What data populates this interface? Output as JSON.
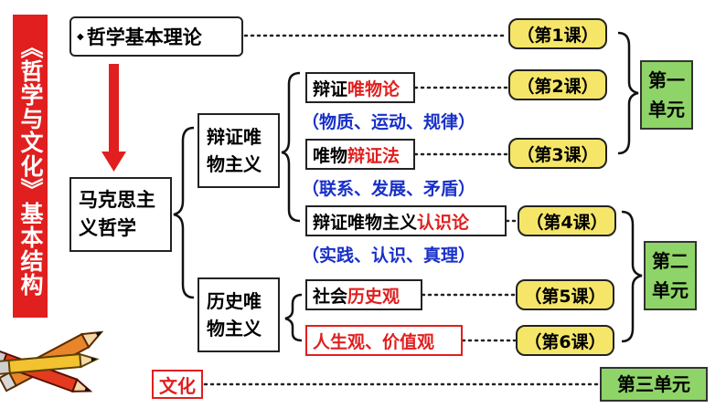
{
  "title": "《哲学与文化》基本结构",
  "top_box": {
    "bullet": "◆",
    "label": "哲学基本理论"
  },
  "marxism": "马克思主义哲学",
  "dialectical_materialism": "辩证唯物主义",
  "historical_materialism": "历史唯物主义",
  "items": {
    "item1": {
      "prefix": "辩证",
      "highlight": "唯物论"
    },
    "item1_note": "（物质、运动、规律）",
    "item2": {
      "prefix": "唯物",
      "highlight": "辩证法"
    },
    "item2_note": "（联系、发展、矛盾）",
    "item3": {
      "prefix": "辩证唯物主义",
      "highlight": "认识论"
    },
    "item3_note": "（实践、认识、真理）",
    "item4": {
      "prefix": "社会",
      "highlight": "历史观"
    },
    "item5": {
      "prefix": "",
      "highlight": "人生观、价值观"
    }
  },
  "lessons": {
    "l1": "（第1课）",
    "l2": "（第2课）",
    "l3": "（第3课）",
    "l4": "（第4课）",
    "l5": "（第5课）",
    "l6": "（第6课）"
  },
  "units": {
    "u1": "第一单元",
    "u2": "第二单元",
    "u3": "第三单元"
  },
  "culture": "文化",
  "colors": {
    "title_bg": "#e11f1f",
    "highlight": "#e11f1f",
    "note": "#1830c8",
    "lesson_bg": "#f5e66a",
    "unit_bg": "#8fd468"
  },
  "icons": [
    "down-arrow-icon",
    "pencils-icon"
  ]
}
